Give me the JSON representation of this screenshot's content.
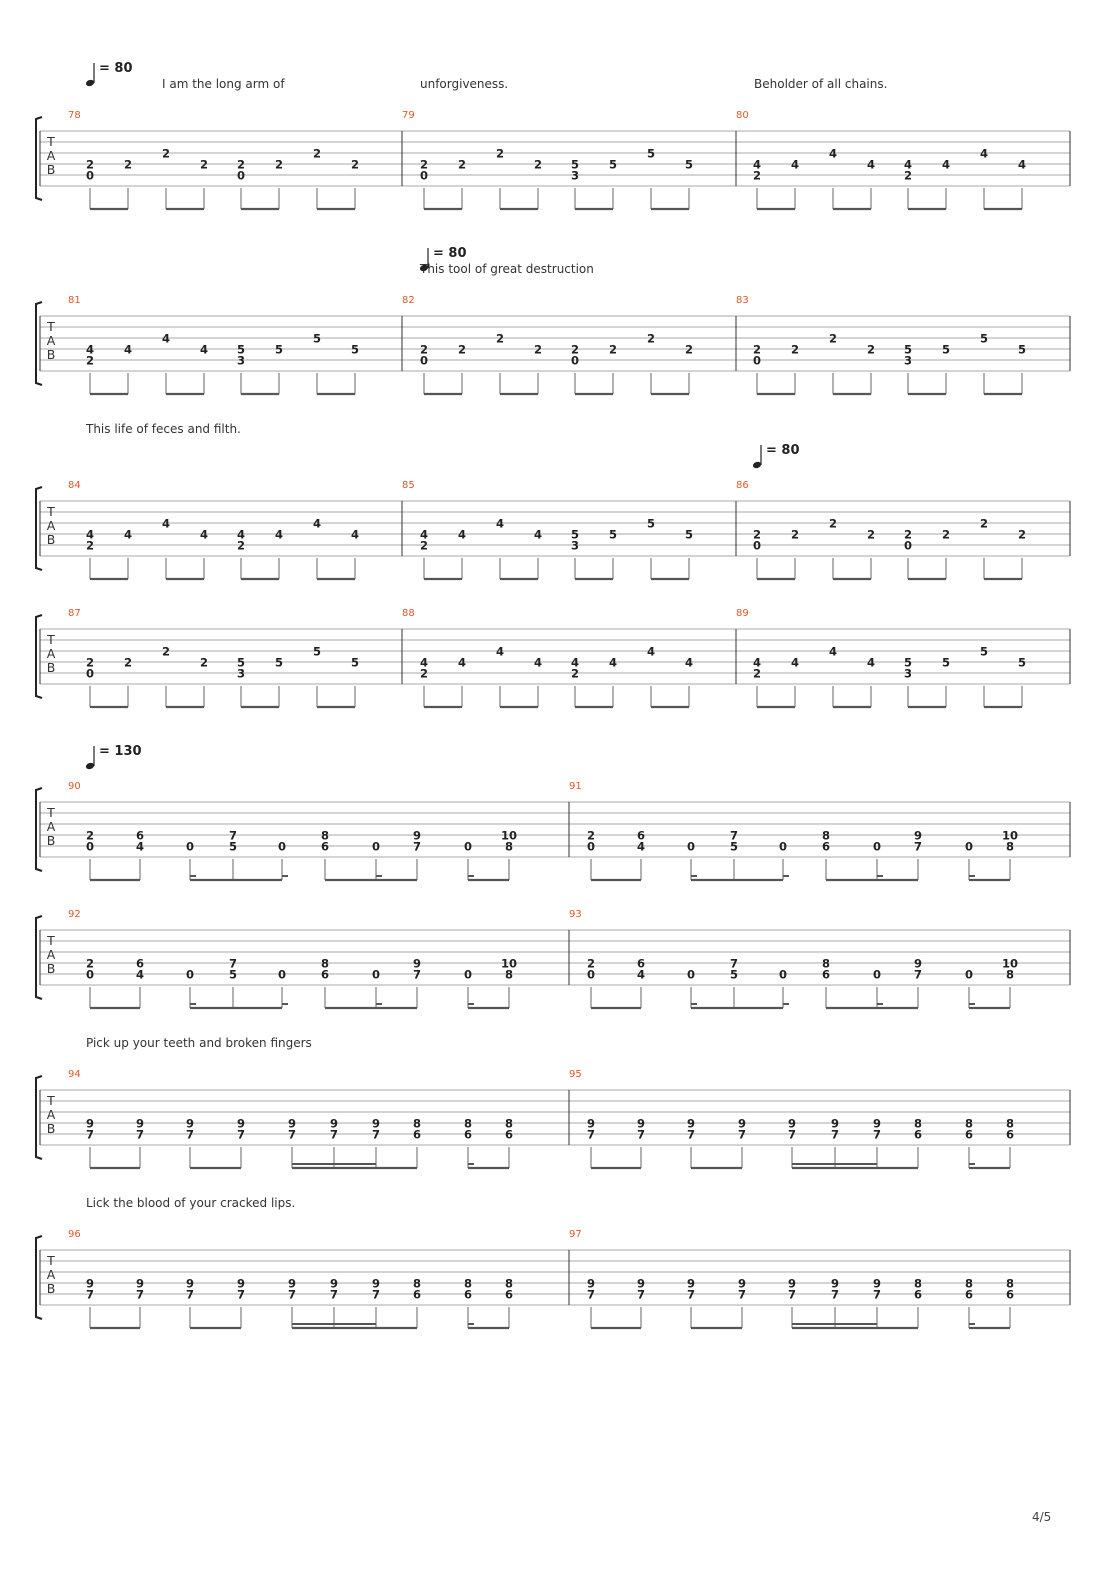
{
  "page_number": "4/5",
  "tab_clef": [
    "T",
    "A",
    "B"
  ],
  "tempo_prefix": "= ",
  "systems": [
    {
      "lyrics": [
        "I am the long arm of",
        "unforgiveness.",
        "Beholder of all chains."
      ],
      "tempos": [
        "80"
      ],
      "measures": [
        {
          "number": "78",
          "notes": [
            [
              "2",
              "0"
            ],
            [
              "2",
              ""
            ],
            [
              "",
              "2"
            ],
            [
              "2",
              ""
            ],
            [
              "2",
              "0"
            ],
            [
              "2",
              ""
            ],
            [
              "",
              "2"
            ],
            [
              "2",
              ""
            ]
          ]
        },
        {
          "number": "79",
          "notes": [
            [
              "2",
              "0"
            ],
            [
              "2",
              ""
            ],
            [
              "",
              "2"
            ],
            [
              "2",
              ""
            ],
            [
              "5",
              "3"
            ],
            [
              "5",
              ""
            ],
            [
              "",
              "5"
            ],
            [
              "5",
              ""
            ]
          ]
        },
        {
          "number": "80",
          "notes": [
            [
              "4",
              "2"
            ],
            [
              "4",
              ""
            ],
            [
              "",
              "4"
            ],
            [
              "4",
              ""
            ],
            [
              "4",
              "2"
            ],
            [
              "4",
              ""
            ],
            [
              "",
              "4"
            ],
            [
              "4",
              ""
            ]
          ]
        }
      ]
    },
    {
      "lyrics": [
        "This tool of great destruction"
      ],
      "tempos": [
        "80"
      ],
      "measures": [
        {
          "number": "81",
          "notes": [
            [
              "4",
              "2"
            ],
            [
              "4",
              ""
            ],
            [
              "",
              "4"
            ],
            [
              "4",
              ""
            ],
            [
              "5",
              "3"
            ],
            [
              "5",
              ""
            ],
            [
              "",
              "5"
            ],
            [
              "5",
              ""
            ]
          ]
        },
        {
          "number": "82",
          "notes": [
            [
              "2",
              "0"
            ],
            [
              "2",
              ""
            ],
            [
              "",
              "2"
            ],
            [
              "2",
              ""
            ],
            [
              "2",
              "0"
            ],
            [
              "2",
              ""
            ],
            [
              "",
              "2"
            ],
            [
              "2",
              ""
            ]
          ]
        },
        {
          "number": "83",
          "notes": [
            [
              "2",
              "0"
            ],
            [
              "2",
              ""
            ],
            [
              "",
              "2"
            ],
            [
              "2",
              ""
            ],
            [
              "5",
              "3"
            ],
            [
              "5",
              ""
            ],
            [
              "",
              "5"
            ],
            [
              "5",
              ""
            ]
          ]
        }
      ]
    },
    {
      "lyrics": [
        "This life of feces and filth."
      ],
      "tempos": [
        "80"
      ],
      "measures": [
        {
          "number": "84",
          "notes": [
            [
              "4",
              "2"
            ],
            [
              "4",
              ""
            ],
            [
              "",
              "4"
            ],
            [
              "4",
              ""
            ],
            [
              "4",
              "2"
            ],
            [
              "4",
              ""
            ],
            [
              "",
              "4"
            ],
            [
              "4",
              ""
            ]
          ]
        },
        {
          "number": "85",
          "notes": [
            [
              "4",
              "2"
            ],
            [
              "4",
              ""
            ],
            [
              "",
              "4"
            ],
            [
              "4",
              ""
            ],
            [
              "5",
              "3"
            ],
            [
              "5",
              ""
            ],
            [
              "",
              "5"
            ],
            [
              "5",
              ""
            ]
          ]
        },
        {
          "number": "86",
          "notes": [
            [
              "2",
              "0"
            ],
            [
              "2",
              ""
            ],
            [
              "",
              "2"
            ],
            [
              "2",
              ""
            ],
            [
              "2",
              "0"
            ],
            [
              "2",
              ""
            ],
            [
              "",
              "2"
            ],
            [
              "2",
              ""
            ]
          ]
        }
      ]
    },
    {
      "lyrics": [],
      "tempos": [],
      "measures": [
        {
          "number": "87",
          "notes": [
            [
              "2",
              "0"
            ],
            [
              "2",
              ""
            ],
            [
              "",
              "2"
            ],
            [
              "2",
              ""
            ],
            [
              "5",
              "3"
            ],
            [
              "5",
              ""
            ],
            [
              "",
              "5"
            ],
            [
              "5",
              ""
            ]
          ]
        },
        {
          "number": "88",
          "notes": [
            [
              "4",
              "2"
            ],
            [
              "4",
              ""
            ],
            [
              "",
              "4"
            ],
            [
              "4",
              ""
            ],
            [
              "4",
              "2"
            ],
            [
              "4",
              ""
            ],
            [
              "",
              "4"
            ],
            [
              "4",
              ""
            ]
          ]
        },
        {
          "number": "89",
          "notes": [
            [
              "4",
              "2"
            ],
            [
              "4",
              ""
            ],
            [
              "",
              "4"
            ],
            [
              "4",
              ""
            ],
            [
              "5",
              "3"
            ],
            [
              "5",
              ""
            ],
            [
              "",
              "5"
            ],
            [
              "5",
              ""
            ]
          ]
        }
      ]
    },
    {
      "lyrics": [],
      "tempos": [
        "130"
      ],
      "measures": [
        {
          "number": "90",
          "notes": [
            [
              "2",
              "0"
            ],
            [
              "6",
              "4"
            ],
            [
              "",
              "0"
            ],
            [
              "7",
              "5"
            ],
            [
              "",
              "0"
            ],
            [
              "8",
              "6"
            ],
            [
              "",
              "0"
            ],
            [
              "9",
              "7"
            ],
            [
              "",
              "0"
            ],
            [
              "10",
              "8"
            ]
          ]
        },
        {
          "number": "91",
          "notes": [
            [
              "2",
              "0"
            ],
            [
              "6",
              "4"
            ],
            [
              "",
              "0"
            ],
            [
              "7",
              "5"
            ],
            [
              "",
              "0"
            ],
            [
              "8",
              "6"
            ],
            [
              "",
              "0"
            ],
            [
              "9",
              "7"
            ],
            [
              "",
              "0"
            ],
            [
              "10",
              "8"
            ]
          ]
        }
      ]
    },
    {
      "lyrics": [],
      "tempos": [],
      "measures": [
        {
          "number": "92",
          "notes": [
            [
              "2",
              "0"
            ],
            [
              "6",
              "4"
            ],
            [
              "",
              "0"
            ],
            [
              "7",
              "5"
            ],
            [
              "",
              "0"
            ],
            [
              "8",
              "6"
            ],
            [
              "",
              "0"
            ],
            [
              "9",
              "7"
            ],
            [
              "",
              "0"
            ],
            [
              "10",
              "8"
            ]
          ]
        },
        {
          "number": "93",
          "notes": [
            [
              "2",
              "0"
            ],
            [
              "6",
              "4"
            ],
            [
              "",
              "0"
            ],
            [
              "7",
              "5"
            ],
            [
              "",
              "0"
            ],
            [
              "8",
              "6"
            ],
            [
              "",
              "0"
            ],
            [
              "9",
              "7"
            ],
            [
              "",
              "0"
            ],
            [
              "10",
              "8"
            ]
          ]
        }
      ]
    },
    {
      "lyrics": [
        "Pick up your teeth and broken fingers"
      ],
      "tempos": [],
      "measures": [
        {
          "number": "94",
          "notes": [
            [
              "9",
              "7"
            ],
            [
              "9",
              "7"
            ],
            [
              "9",
              "7"
            ],
            [
              "9",
              "7"
            ],
            [
              "9",
              "7"
            ],
            [
              "9",
              "7"
            ],
            [
              "9",
              "7"
            ],
            [
              "8",
              "6"
            ],
            [
              "8",
              "6"
            ],
            [
              "8",
              "6"
            ]
          ]
        },
        {
          "number": "95",
          "notes": [
            [
              "9",
              "7"
            ],
            [
              "9",
              "7"
            ],
            [
              "9",
              "7"
            ],
            [
              "9",
              "7"
            ],
            [
              "9",
              "7"
            ],
            [
              "9",
              "7"
            ],
            [
              "9",
              "7"
            ],
            [
              "8",
              "6"
            ],
            [
              "8",
              "6"
            ],
            [
              "8",
              "6"
            ]
          ]
        }
      ]
    },
    {
      "lyrics": [
        "Lick the blood of your cracked lips."
      ],
      "tempos": [],
      "measures": [
        {
          "number": "96",
          "notes": [
            [
              "9",
              "7"
            ],
            [
              "9",
              "7"
            ],
            [
              "9",
              "7"
            ],
            [
              "9",
              "7"
            ],
            [
              "9",
              "7"
            ],
            [
              "9",
              "7"
            ],
            [
              "9",
              "7"
            ],
            [
              "8",
              "6"
            ],
            [
              "8",
              "6"
            ],
            [
              "8",
              "6"
            ]
          ]
        },
        {
          "number": "97",
          "notes": [
            [
              "9",
              "7"
            ],
            [
              "9",
              "7"
            ],
            [
              "9",
              "7"
            ],
            [
              "9",
              "7"
            ],
            [
              "9",
              "7"
            ],
            [
              "9",
              "7"
            ],
            [
              "9",
              "7"
            ],
            [
              "8",
              "6"
            ],
            [
              "8",
              "6"
            ],
            [
              "8",
              "6"
            ]
          ]
        }
      ]
    }
  ]
}
